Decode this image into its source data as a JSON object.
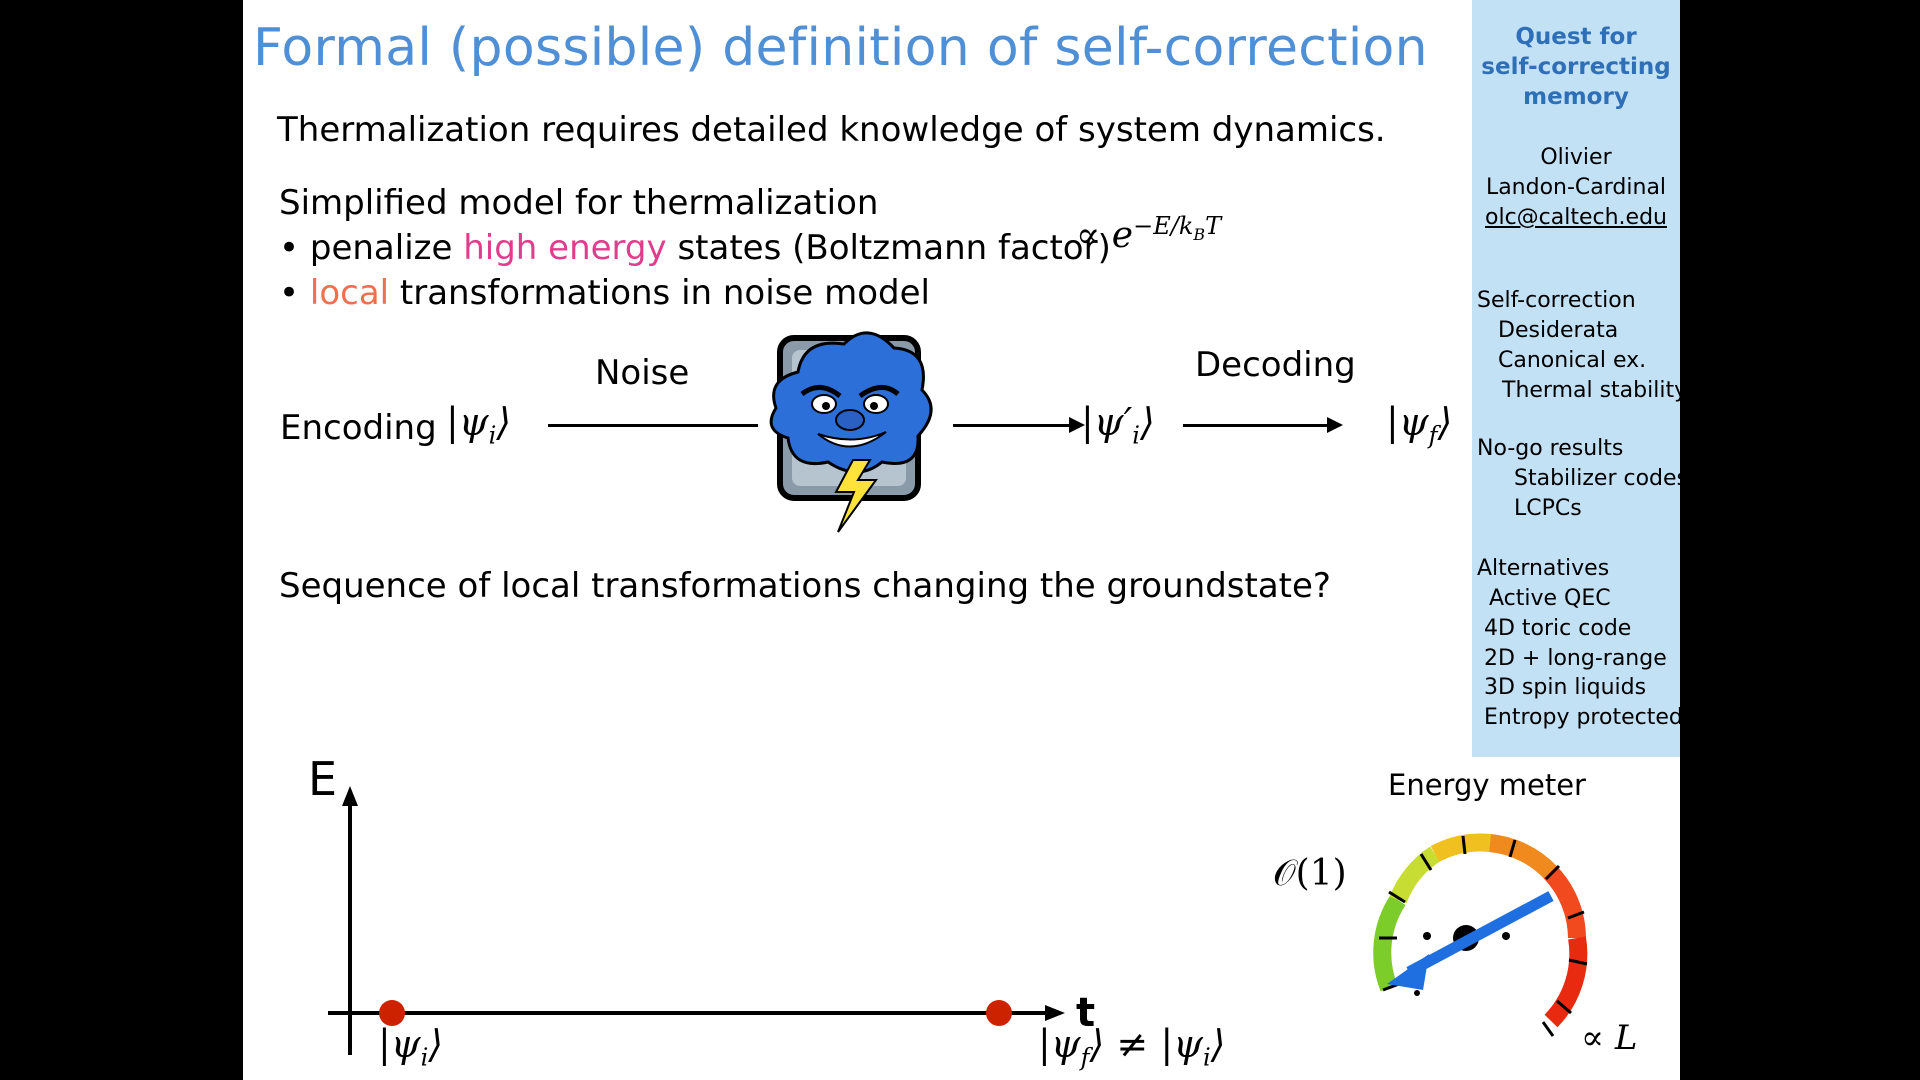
{
  "slide": {
    "title": "Formal (possible) definition of self-correction",
    "line1": "Thermalization requires detailed knowledge of system dynamics.",
    "model_heading": "Simplified model for thermalization",
    "bullet1": {
      "bullet": "•",
      "pre": "penalize ",
      "highlight": "high energy",
      "post": " states (Boltzmann factor)",
      "formula_prefix": "∝ e",
      "formula_exponent": "−E/k",
      "formula_sub": "B",
      "formula_exp_tail": "T"
    },
    "bullet2": {
      "bullet": "•",
      "highlight": "local",
      "post": " transformations in noise model"
    },
    "encoding_label": "Encoding",
    "psi_i": "|ψ",
    "psi_i_sub": "i",
    "ket_close": "⟩",
    "noise_label": "Noise",
    "psi_i_prime_sub": "i",
    "prime": "′",
    "decoding_label": "Decoding",
    "psi_f_sub": "f",
    "sequence_question": "Sequence of local transformations changing the groundstate?"
  },
  "sidebar": {
    "title_lines": [
      "Quest for",
      "self-correcting",
      "memory"
    ],
    "author_lines": [
      "Olivier",
      "Landon-Cardinal"
    ],
    "email": "olc@caltech.edu",
    "sections": [
      {
        "label": "Self-correction",
        "indent": 0
      },
      {
        "label": "Desiderata",
        "indent": 1
      },
      {
        "label": "Canonical ex.",
        "indent": 1
      },
      {
        "label": "Thermal stability",
        "indent": 2
      },
      {
        "label": "No-go results",
        "indent": 0
      },
      {
        "label": "Stabilizer codes",
        "indent": 2
      },
      {
        "label": "LCPCs",
        "indent": 2
      },
      {
        "label": "Alternatives",
        "indent": 0
      },
      {
        "label": "Active QEC",
        "indent": 1
      },
      {
        "label": "4D toric code",
        "indent": 1
      },
      {
        "label": "2D + long-range",
        "indent": 1
      },
      {
        "label": "3D spin liquids",
        "indent": 1
      },
      {
        "label": "Entropy protected",
        "indent": 1
      }
    ]
  },
  "plot": {
    "y_axis_label": "E",
    "x_axis_label": "t",
    "start_label_ket": "|ψ",
    "start_label_sub": "i",
    "end_label_a": "|ψ",
    "end_label_a_sub": "f",
    "neq": "≠",
    "end_label_b": "|ψ",
    "end_label_b_sub": "i",
    "point_color": "#cc2200"
  },
  "meter": {
    "title": "Energy meter",
    "low_label": "𝒪(1)",
    "high_label_prefix": "∝ ",
    "high_label_var": "L",
    "needle_color": "#1f6fe0"
  },
  "icons": {
    "noise_cloud": "storm-cloud-icon"
  }
}
